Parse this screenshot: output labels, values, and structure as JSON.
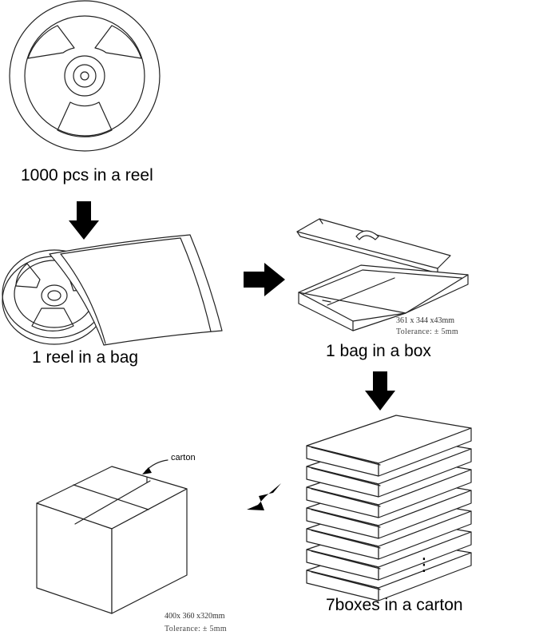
{
  "steps": {
    "reel": {
      "caption": "1000 pcs in a reel"
    },
    "bag": {
      "caption": "1 reel in a bag"
    },
    "box": {
      "caption": "1 bag in a box",
      "dimensions": "361 x 344 x43mm",
      "tolerance": "Tolerance: ± 5mm"
    },
    "stack": {
      "caption": "7boxes in a carton",
      "continuation": "⋮"
    },
    "carton": {
      "callout": "carton",
      "dimensions": "400x 360 x320mm",
      "tolerance": "Tolerance: ± 5mm"
    }
  },
  "icons": {
    "reel": "reel-icon",
    "bag": "bag-icon",
    "box": "box-icon",
    "stack": "box-stack-icon",
    "carton": "carton-icon",
    "arrow": "arrow-icon"
  },
  "colors": {
    "line": "#222222",
    "arrow": "#000000",
    "background": "#ffffff"
  }
}
